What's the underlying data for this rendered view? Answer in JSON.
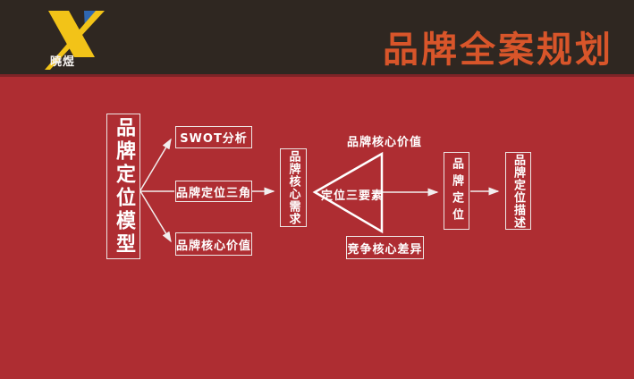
{
  "header": {
    "logo_text": "曉煜",
    "title": "品牌全案规划"
  },
  "colors": {
    "background_red": "#ae2d32",
    "header_brown": "#2f2721",
    "divider_dark_red": "#7e2427",
    "title_orange": "#d8552a",
    "logo_yellow": "#f2c318",
    "logo_blue": "#2f67b1",
    "line_white": "#ffffff"
  },
  "diagram": {
    "root_box": "品牌定位模型",
    "branches": [
      "SWOT分析",
      "品牌定位三角",
      "品牌核心价值"
    ],
    "need_box": "品牌核心需求",
    "triangle_top_label": "品牌核心价值",
    "triangle_label": "定位三要素",
    "bottom_box": "竞争核心差异",
    "position_box": "品牌定位",
    "description_box": "品牌定位描述"
  }
}
